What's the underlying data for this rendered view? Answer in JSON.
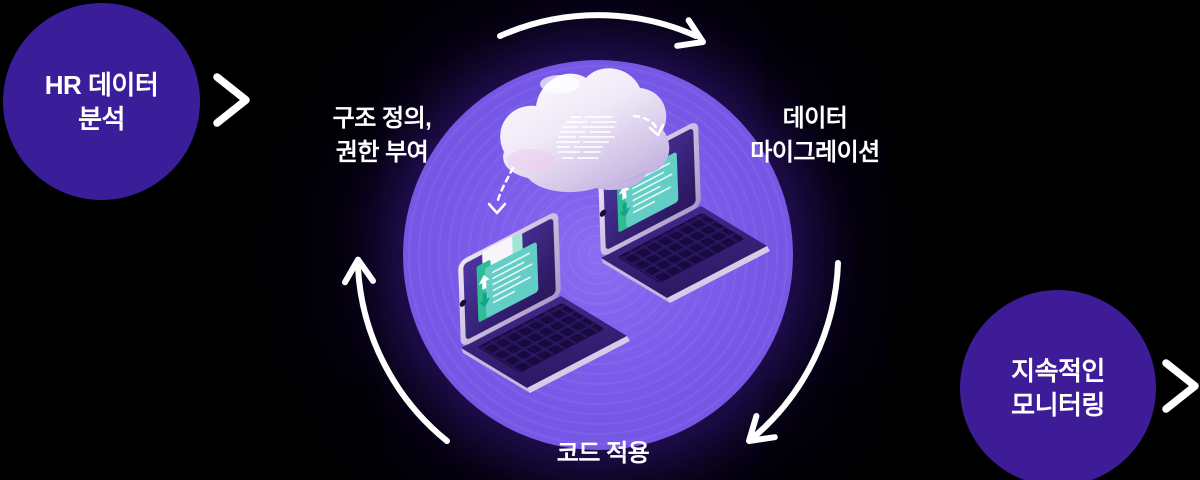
{
  "nodes": {
    "left": {
      "lines": [
        "HR 데이터",
        "분석"
      ]
    },
    "right": {
      "lines": [
        "지속적인",
        "모니터링"
      ]
    }
  },
  "cycle_labels": {
    "define": {
      "lines": [
        "구조 정의,",
        "권한 부여"
      ]
    },
    "migration": {
      "lines": [
        "데이터",
        "마이그레이션"
      ]
    },
    "apply": {
      "lines": [
        "코드 적용"
      ]
    }
  },
  "icons": {
    "flow_arrow_in": "white right arrow from HR node",
    "flow_arrow_out": "white right arrow from monitoring node",
    "cycle_arrows": [
      "top clockwise arc",
      "right-down arc",
      "left-up arc"
    ],
    "cloud": "3d cloud with code lines",
    "laptops": "two isometric laptops with teal folder documents",
    "dashed_arrows": [
      "cloud to right laptop",
      "cloud to left laptop"
    ]
  },
  "colors": {
    "background": "#000000",
    "node_left_fill": "#3A1D99",
    "node_right_fill": "#3E1C98",
    "glow_core": "#7D5DEB",
    "glow_ring_magenta": "#E93CE2",
    "glow_ring_blue": "#3A30E2",
    "text": "#FFFFFF",
    "folder_teal": "#62CEC5",
    "folder_dark_teal": "#2EBD94",
    "cloud": "#EDE6F6",
    "screen_purple": "#3A2380"
  }
}
